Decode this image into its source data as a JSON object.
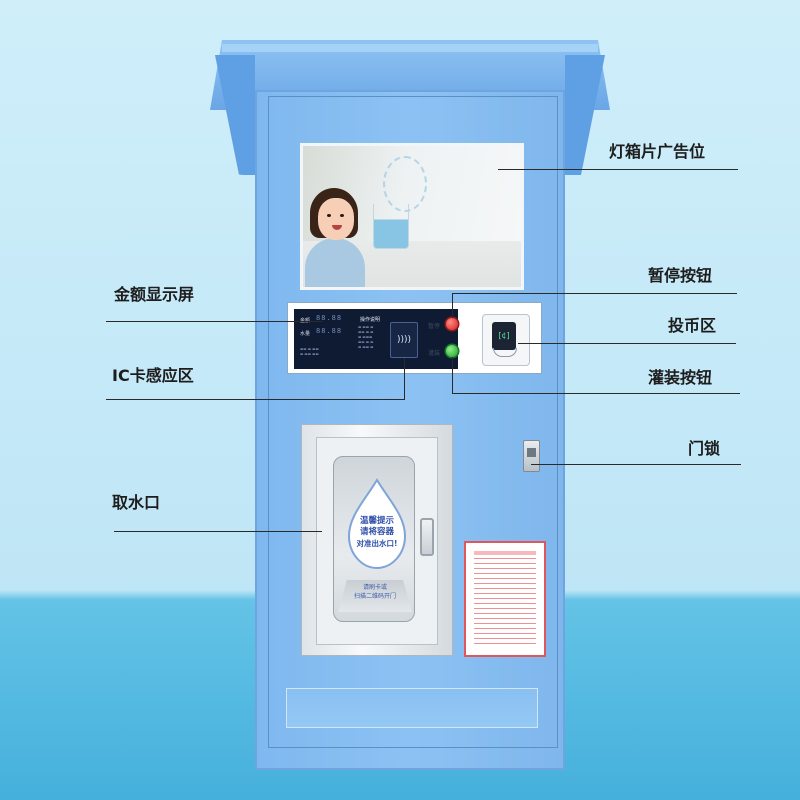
{
  "callouts": {
    "ad_panel": "灯箱片广告位",
    "amount_display": "金额显示屏",
    "pause_button": "暂停按钮",
    "coin_area": "投币区",
    "ic_card_area": "IC卡感应区",
    "fill_button": "灌装按钮",
    "door_lock": "门锁",
    "water_outlet": "取水口"
  },
  "display": {
    "label_amount": "金额",
    "label_water": "水量",
    "amount_digits": "88.88",
    "water_digits": "88.88",
    "notice_title": "操作说明"
  },
  "buttons": {
    "pause_label": "暂停",
    "fill_label": "灌装"
  },
  "outlet": {
    "drop_line1": "温馨提示",
    "drop_line2": "请将容器",
    "drop_line3": "对准出水口!",
    "tray_line1": "请刷卡或",
    "tray_line2": "扫描二维码开门"
  },
  "coin": {
    "symbol": "[¢]"
  },
  "colors": {
    "cabinet": "#8cc2f3",
    "pause_button": "#d5201b",
    "fill_button": "#1e9d2c",
    "drop_text": "#2f4fa8",
    "sheet_border": "#e0565a"
  },
  "icons": {
    "nfc": "nfc-wave-icon",
    "coin": "coin-slot-icon",
    "lock": "lock-icon"
  }
}
